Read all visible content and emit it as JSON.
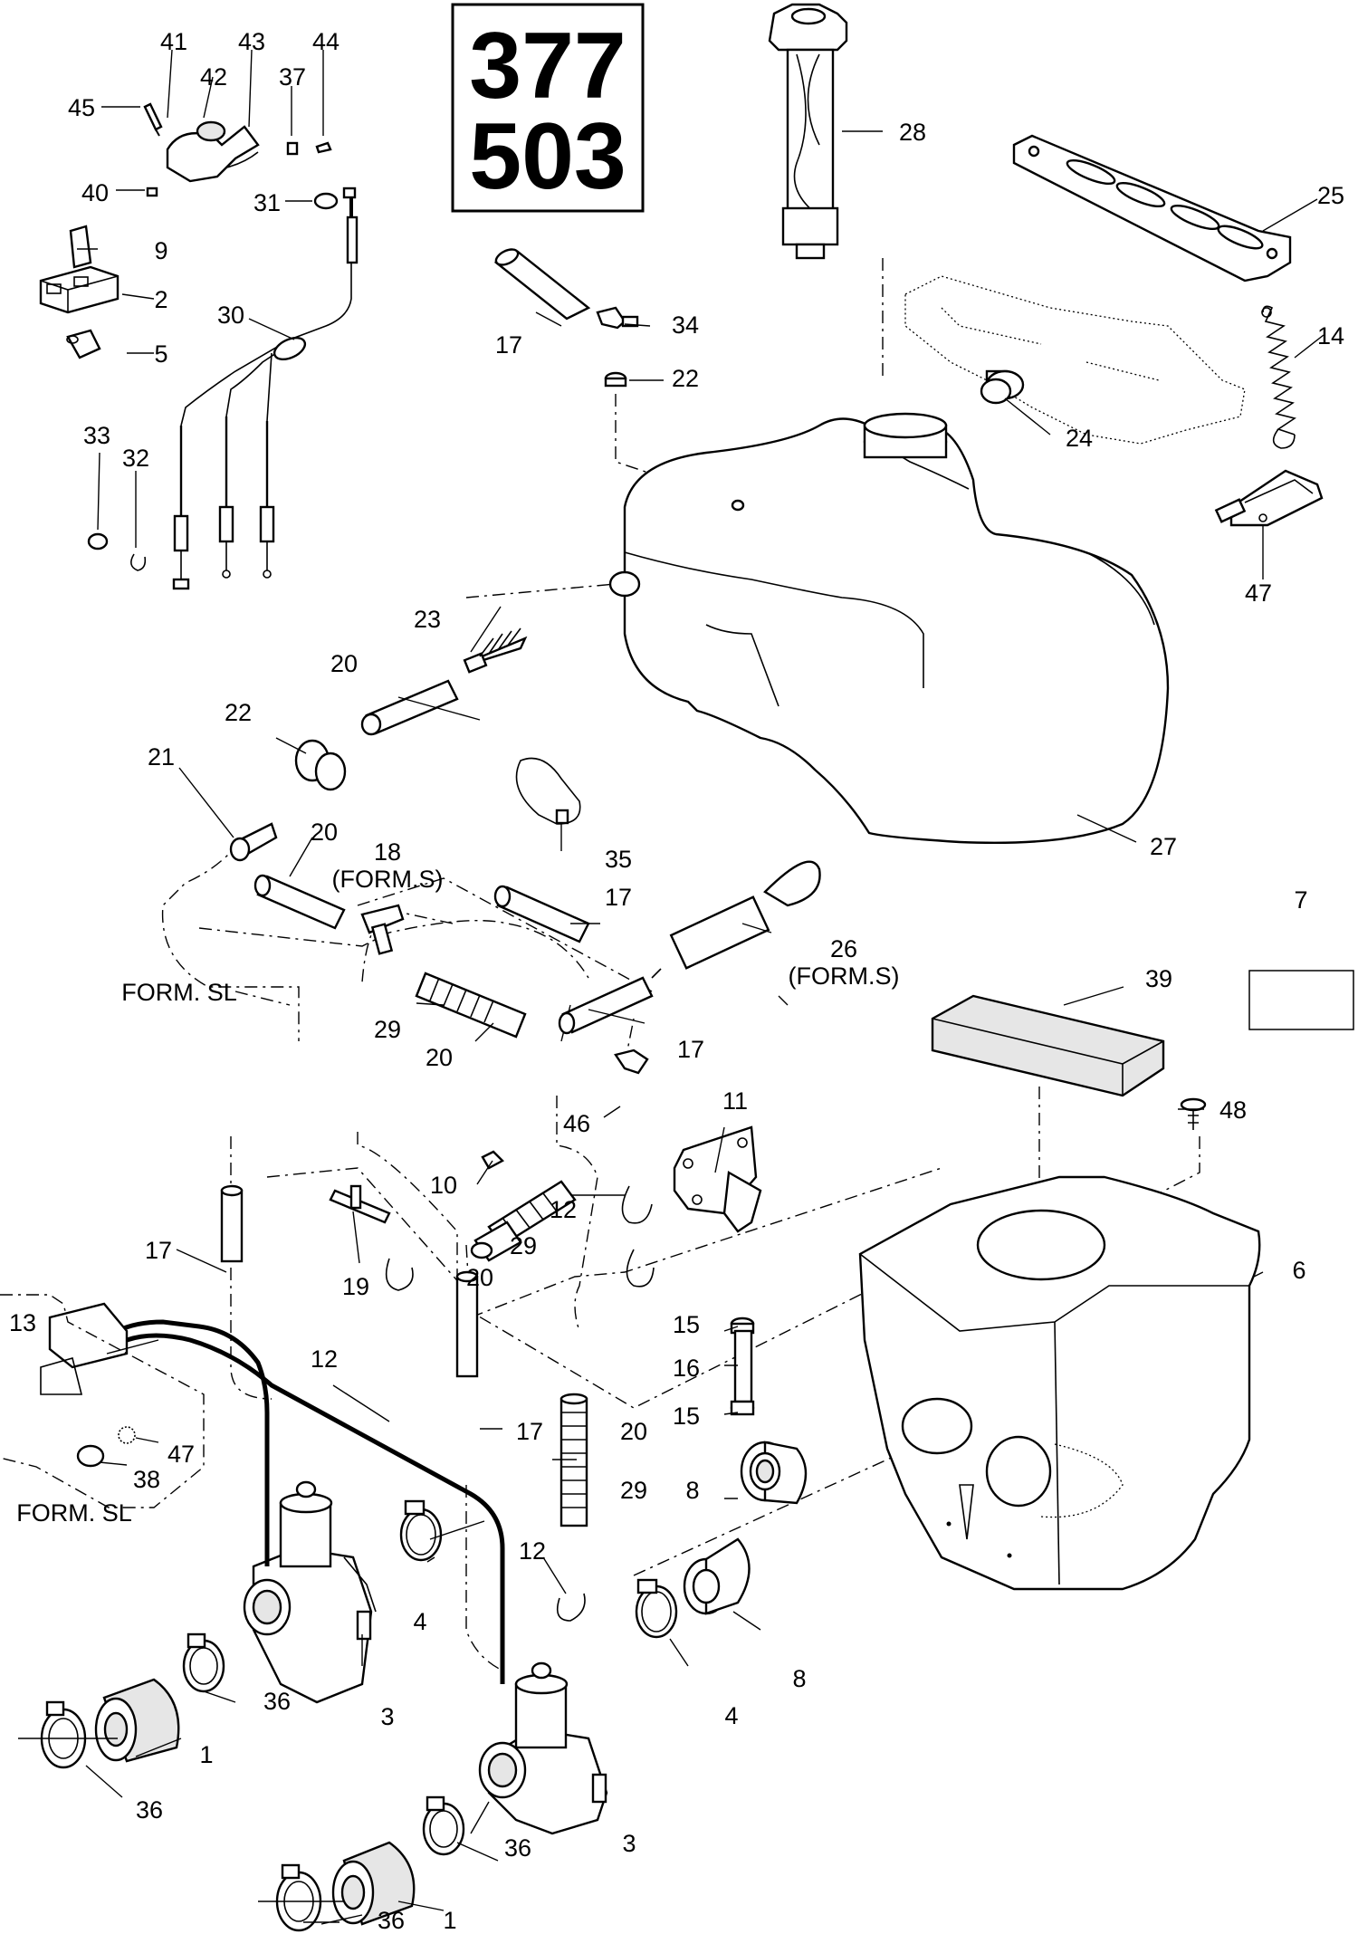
{
  "diagram": {
    "title_lines": [
      "377",
      "503"
    ],
    "callouts": [
      {
        "id": "c41",
        "text": "41"
      },
      {
        "id": "c42",
        "text": "42"
      },
      {
        "id": "c43",
        "text": "43"
      },
      {
        "id": "c37",
        "text": "37"
      },
      {
        "id": "c44",
        "text": "44"
      },
      {
        "id": "c45",
        "text": "45"
      },
      {
        "id": "c40",
        "text": "40"
      },
      {
        "id": "c31",
        "text": "31"
      },
      {
        "id": "c9",
        "text": "9"
      },
      {
        "id": "c2",
        "text": "2"
      },
      {
        "id": "c30",
        "text": "30"
      },
      {
        "id": "c5",
        "text": "5"
      },
      {
        "id": "c33",
        "text": "33"
      },
      {
        "id": "c32",
        "text": "32"
      },
      {
        "id": "c28",
        "text": "28"
      },
      {
        "id": "c25",
        "text": "25"
      },
      {
        "id": "c14",
        "text": "14"
      },
      {
        "id": "c24",
        "text": "24"
      },
      {
        "id": "c47a",
        "text": "47"
      },
      {
        "id": "c17a",
        "text": "17"
      },
      {
        "id": "c34",
        "text": "34"
      },
      {
        "id": "c22a",
        "text": "22"
      },
      {
        "id": "c23",
        "text": "23"
      },
      {
        "id": "c20a",
        "text": "20"
      },
      {
        "id": "c22b",
        "text": "22"
      },
      {
        "id": "c21",
        "text": "21"
      },
      {
        "id": "c20b",
        "text": "20"
      },
      {
        "id": "c18",
        "text": "18"
      },
      {
        "id": "c18s",
        "text": "(FORM.S)"
      },
      {
        "id": "c35",
        "text": "35"
      },
      {
        "id": "c17b",
        "text": "17"
      },
      {
        "id": "c27",
        "text": "27"
      },
      {
        "id": "c26",
        "text": "26"
      },
      {
        "id": "c26s",
        "text": "(FORM.S)"
      },
      {
        "id": "cformsl1",
        "text": "FORM. SL"
      },
      {
        "id": "c29a",
        "text": "29"
      },
      {
        "id": "c20c",
        "text": "20"
      },
      {
        "id": "c17c",
        "text": "17"
      },
      {
        "id": "c7",
        "text": "7"
      },
      {
        "id": "c39",
        "text": "39"
      },
      {
        "id": "c46",
        "text": "46"
      },
      {
        "id": "c11",
        "text": "11"
      },
      {
        "id": "c48",
        "text": "48"
      },
      {
        "id": "c10",
        "text": "10"
      },
      {
        "id": "c17d",
        "text": "17"
      },
      {
        "id": "c12a",
        "text": "12"
      },
      {
        "id": "c29b",
        "text": "29"
      },
      {
        "id": "c20d",
        "text": "20"
      },
      {
        "id": "c6",
        "text": "6"
      },
      {
        "id": "c19",
        "text": "19"
      },
      {
        "id": "c13",
        "text": "13"
      },
      {
        "id": "c15a",
        "text": "15"
      },
      {
        "id": "c16",
        "text": "16"
      },
      {
        "id": "c12b",
        "text": "12"
      },
      {
        "id": "c15b",
        "text": "15"
      },
      {
        "id": "c17e",
        "text": "17"
      },
      {
        "id": "c20e",
        "text": "20"
      },
      {
        "id": "c47b",
        "text": "47"
      },
      {
        "id": "c38",
        "text": "38"
      },
      {
        "id": "c29c",
        "text": "29"
      },
      {
        "id": "c8a",
        "text": "8"
      },
      {
        "id": "cformsl2",
        "text": "FORM. SL"
      },
      {
        "id": "c12c",
        "text": "12"
      },
      {
        "id": "c4a",
        "text": "4"
      },
      {
        "id": "c36a",
        "text": "36"
      },
      {
        "id": "c3a",
        "text": "3"
      },
      {
        "id": "c8b",
        "text": "8"
      },
      {
        "id": "c1a",
        "text": "1"
      },
      {
        "id": "c4b",
        "text": "4"
      },
      {
        "id": "c36b",
        "text": "36"
      },
      {
        "id": "c36c",
        "text": "36"
      },
      {
        "id": "c3b",
        "text": "3"
      },
      {
        "id": "c1b",
        "text": "1"
      },
      {
        "id": "c36d",
        "text": "36"
      }
    ]
  }
}
